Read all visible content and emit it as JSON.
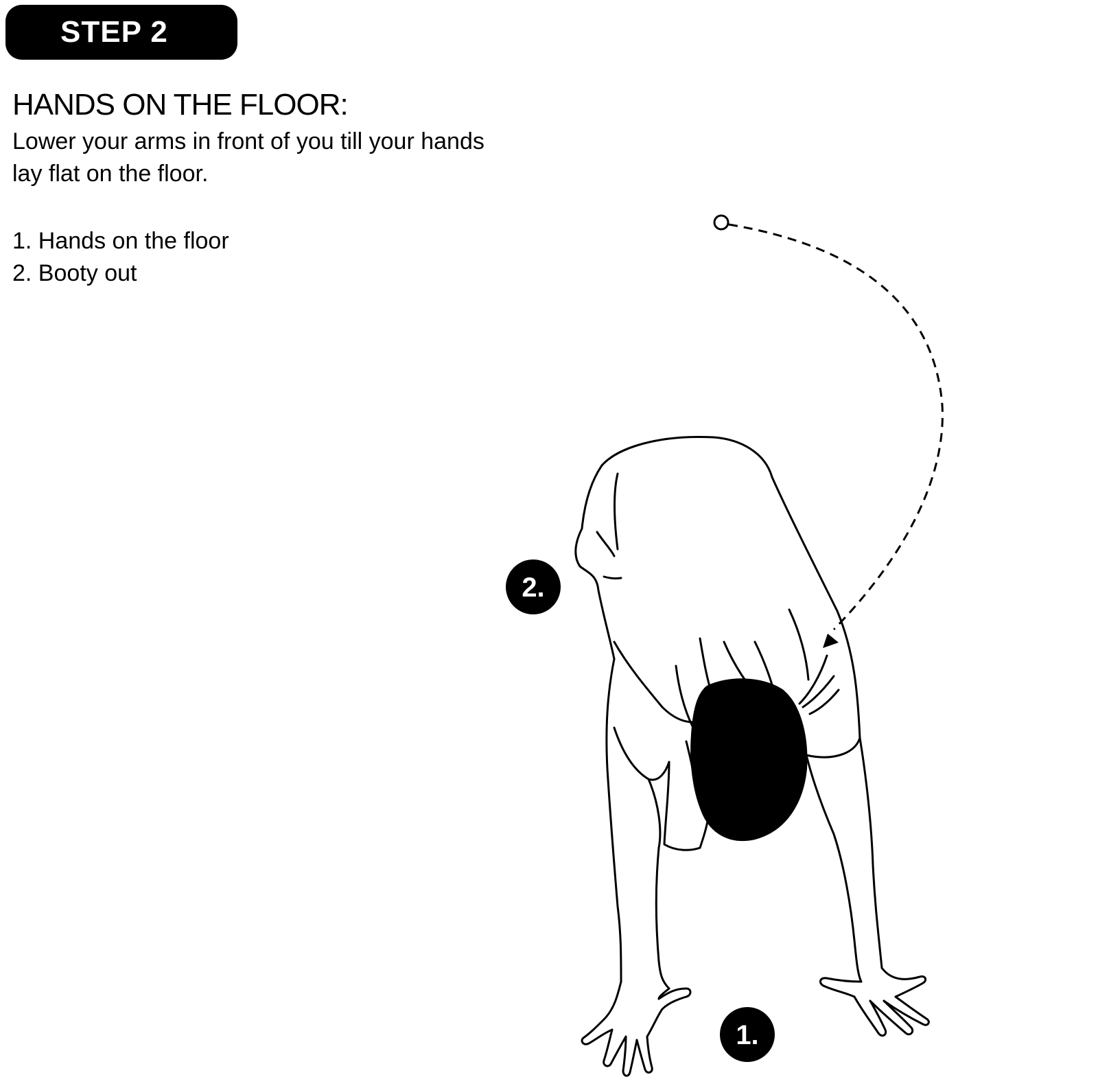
{
  "badge": {
    "label": "STEP 2"
  },
  "heading": "HANDS ON THE FLOOR:",
  "description": "Lower your arms in front of you till your hands lay flat on the floor.",
  "steps": [
    "1. Hands on the floor",
    "2. Booty out"
  ],
  "markers": [
    {
      "label": "1."
    },
    {
      "label": "2."
    }
  ],
  "colors": {
    "ink": "#000000",
    "paper": "#ffffff"
  }
}
